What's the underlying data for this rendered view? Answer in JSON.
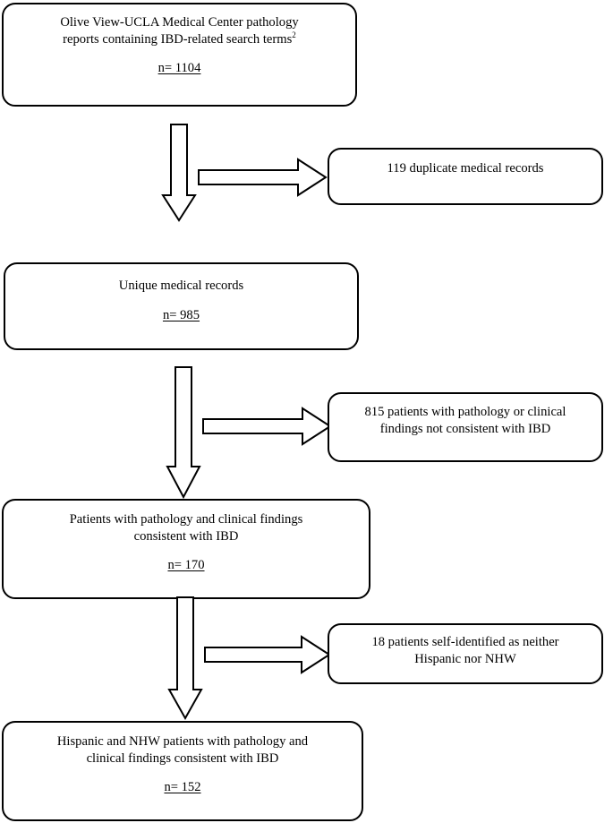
{
  "diagram": {
    "title": "IBD patient cohort selection flow diagram",
    "stroke_color": "#000000",
    "fill_color": "#ffffff"
  },
  "nodes": {
    "source": {
      "line1": "Olive View-UCLA Medical Center pathology",
      "line2": "reports containing IBD-related search terms",
      "footnote_marker": "2",
      "count": "n= 1104"
    },
    "duplicates": {
      "line1": "119 duplicate medical records"
    },
    "unique": {
      "line1": "Unique medical records",
      "count": "n= 985"
    },
    "not_ibd": {
      "line1": "815 patients with pathology or clinical",
      "line2": "findings not consistent with IBD"
    },
    "consistent": {
      "line1": "Patients with pathology and clinical findings",
      "line2": "consistent with IBD",
      "count": "n= 170"
    },
    "ethnicity_excluded": {
      "line1": "18 patients self-identified as neither",
      "line2": "Hispanic nor NHW"
    },
    "final": {
      "line1": "Hispanic and NHW patients with pathology and",
      "line2": "clinical findings consistent with IBD",
      "count": "n= 152"
    }
  },
  "arrows": {
    "down_1": {
      "icon": "arrow-down-icon",
      "from": "source",
      "to": "unique"
    },
    "right_1": {
      "icon": "arrow-right-icon",
      "from": "source",
      "to": "duplicates"
    },
    "down_2": {
      "icon": "arrow-down-icon",
      "from": "unique",
      "to": "consistent"
    },
    "right_2": {
      "icon": "arrow-right-icon",
      "from": "unique",
      "to": "not_ibd"
    },
    "down_3": {
      "icon": "arrow-down-icon",
      "from": "consistent",
      "to": "final"
    },
    "right_3": {
      "icon": "arrow-right-icon",
      "from": "consistent",
      "to": "ethnicity_excluded"
    }
  }
}
